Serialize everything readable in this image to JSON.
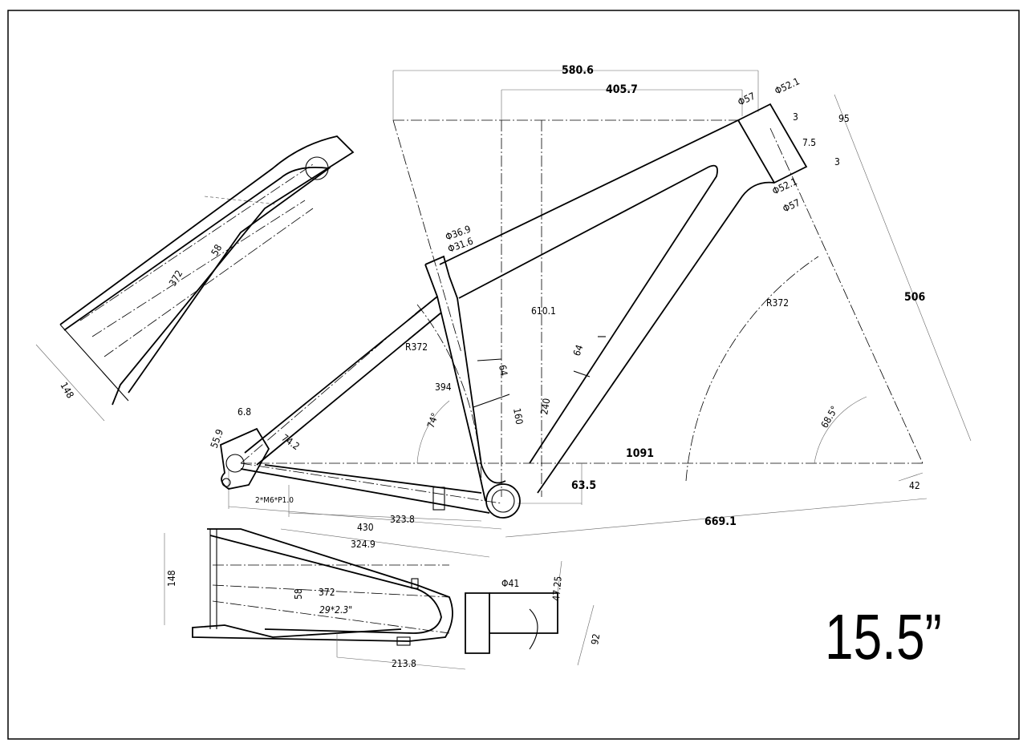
{
  "title": "Frame geometry drawing",
  "size_label": "15.5”",
  "dimensions": {
    "reach_total": "580.6",
    "reach": "405.7",
    "ht_top_outer": "Φ57",
    "ht_top_inner": "Φ52.1",
    "ht_bottom_inner": "Φ52.1",
    "ht_bottom_outer": "Φ57",
    "ht_gap_top": "3",
    "ht_gap_bottom": "3",
    "ht_cup": "7.5",
    "ht_length": "95",
    "fork_length": "506",
    "front_radius": "R372",
    "head_angle": "68.5°",
    "fork_offset": "42",
    "front_center": "669.1",
    "wheelbase": "1091",
    "bb_drop": "63.5",
    "stack": "610.1",
    "seat_outer": "Φ36.9",
    "seat_inner": "Φ31.6",
    "rear_radius": "R372",
    "seat_tube": "394",
    "seat_angle": "74°",
    "st_width": "64",
    "st_len": "160",
    "dt_width": "64",
    "dt_len": "240",
    "dropout_6_8": "6.8",
    "dropout_55_9": "55.9",
    "dropout_74_2": "74.2",
    "thread": "2*M6*P1.0",
    "cs_323_8": "323.8",
    "cs_430": "430",
    "ss_372": "372",
    "ss_58": "58",
    "ss_148": "148",
    "cs_148": "148",
    "cs_324_9": "324.9",
    "cs_58": "58",
    "cs_372": "372",
    "tire": "29*2.3\"",
    "bb_dia": "Φ41",
    "bb_47_25": "47.25",
    "bb_92": "92",
    "cs_213_8": "213.8"
  }
}
